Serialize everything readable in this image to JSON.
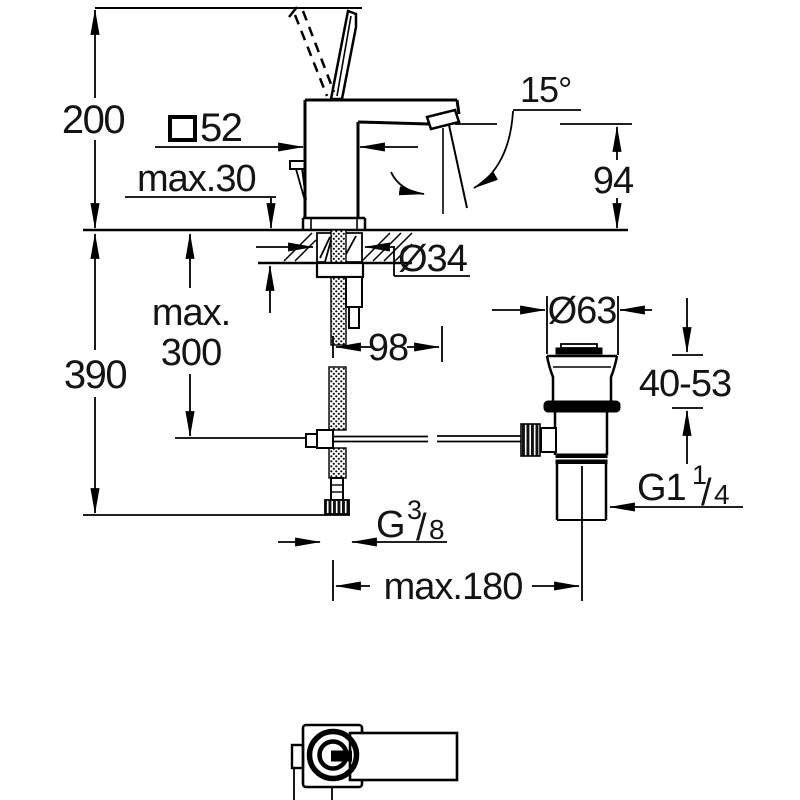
{
  "meta": {
    "title": "Basin mixer technical dimension drawing"
  },
  "colors": {
    "line": "#000000",
    "text": "#141414",
    "background": "#ffffff"
  },
  "labels": {
    "total_height": "200",
    "body_square_value": "52",
    "deck_thickness": "max.30",
    "spout_angle": "15°",
    "spout_height": "94",
    "hole_diameter": "Ø34",
    "hose_depth_word": "max.",
    "hose_depth_value": "300",
    "below_deck_height": "390",
    "spout_reach": "98",
    "waste_flange_diameter": "Ø63",
    "waste_clamp_range": "40-53",
    "waste_thread_base": "G1",
    "waste_thread_sup": "1",
    "waste_thread_slash": "/",
    "waste_thread_sub": "4",
    "hose_thread_base": "G",
    "hose_thread_sup": "3",
    "hose_thread_slash": "/",
    "hose_thread_sub": "8",
    "center_distance": "max.180"
  }
}
